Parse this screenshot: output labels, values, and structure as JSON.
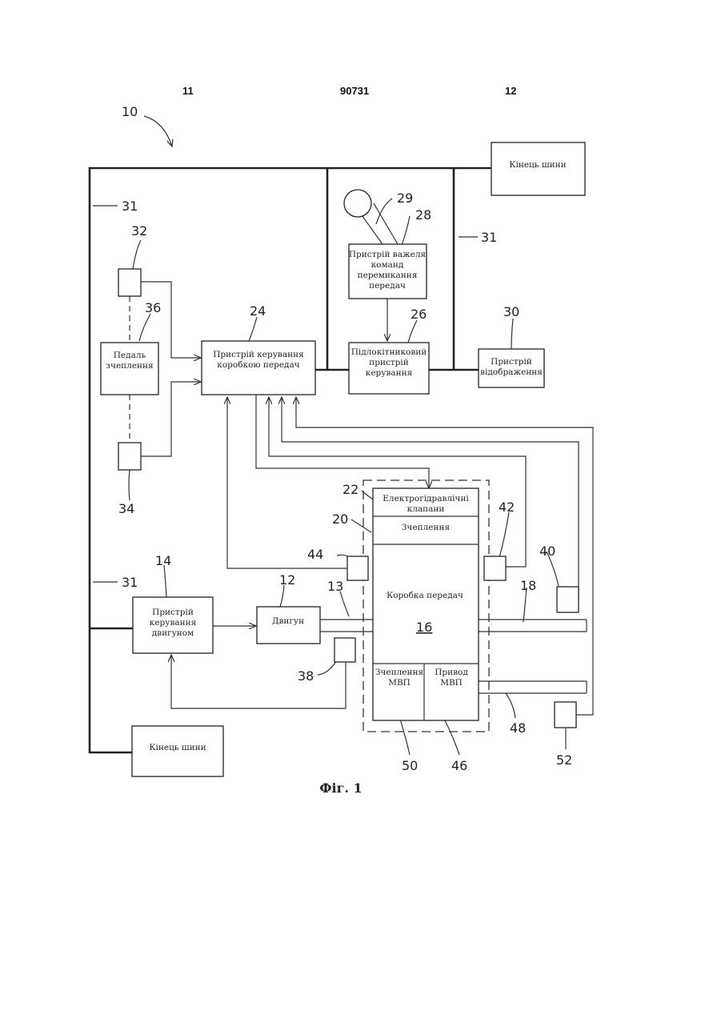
{
  "header": {
    "left_page": "11",
    "doc_number": "90731",
    "right_page": "12"
  },
  "figure_caption": "Фіг. 1",
  "reference_numbers": {
    "n10": "10",
    "n31a": "31",
    "n31b": "31",
    "n31c": "31",
    "n32": "32",
    "n36": "36",
    "n24": "24",
    "n29": "29",
    "n28": "28",
    "n26": "26",
    "n30": "30",
    "n34": "34",
    "n22": "22",
    "n20": "20",
    "n42": "42",
    "n44": "44",
    "n40": "40",
    "n14": "14",
    "n12": "12",
    "n13": "13",
    "n18": "18",
    "n16": "16",
    "n38": "38",
    "n48": "48",
    "n50": "50",
    "n46": "46",
    "n52": "52"
  },
  "blocks": {
    "bus_end_top": "Кінець шини",
    "lever": [
      "Пристрій важеля",
      "команд",
      "перемикання",
      "передач"
    ],
    "clutch_pedal": [
      "Педаль",
      "зчеплення"
    ],
    "gearbox_control": [
      "Пристрій керування",
      "коробкою передач"
    ],
    "armrest": [
      "Підлокітниковий",
      "пристрій",
      "керування"
    ],
    "display": [
      "Пристрій",
      "відображення"
    ],
    "valves": [
      "Електрогідравлічні",
      "клапани"
    ],
    "clutch": "Зчеплення",
    "gearbox": "Коробка передач",
    "engine_control": [
      "Пристрій",
      "керування",
      "двигуном"
    ],
    "engine": "Двигун",
    "pto_clutch": [
      "Зчеплення",
      "МВП"
    ],
    "pto_drive": [
      "Привод",
      "МВП"
    ],
    "bus_end_bottom": "Кінець шини"
  }
}
